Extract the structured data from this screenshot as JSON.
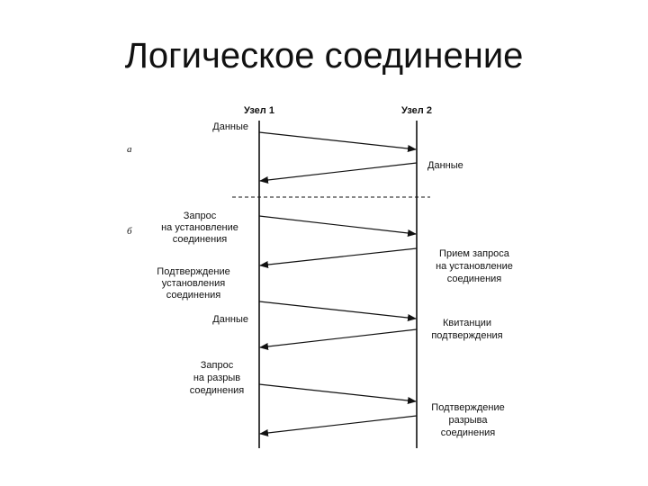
{
  "title": "Логическое соединение",
  "node1_label": "Узел 1",
  "node2_label": "Узел 2",
  "section_a": "а",
  "section_b": "б",
  "labels": {
    "data_1": "Данные",
    "data_2": "Данные",
    "request_line1": "Запрос",
    "request_line2": "на установление",
    "request_line3": "соединения",
    "receive_line1": "Прием запроса",
    "receive_line2": "на установление",
    "receive_line3": "соединения",
    "confirm_line1": "Подтверждение",
    "confirm_line2": "установления",
    "confirm_line3": "соединения",
    "data_3": "Данные",
    "ack_line1": "Квитанции",
    "ack_line2": "подтверждения",
    "break_line1": "Запрос",
    "break_line2": "на разрыв",
    "break_line3": "соединения",
    "break_confirm_line1": "Подтверждение",
    "break_confirm_line2": "разрыва",
    "break_confirm_line3": "соединения"
  }
}
